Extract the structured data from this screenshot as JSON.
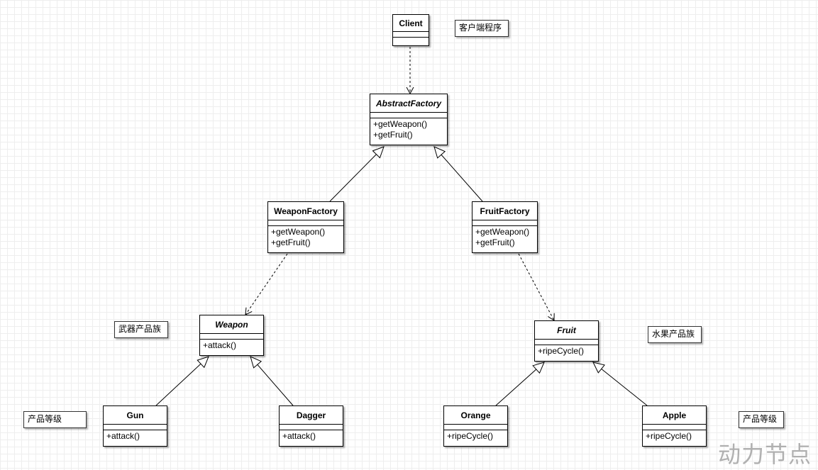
{
  "classes": {
    "client": {
      "name": "Client"
    },
    "abstract_factory": {
      "name": "AbstractFactory",
      "methods": [
        "+getWeapon()",
        "+getFruit()"
      ]
    },
    "weapon_factory": {
      "name": "WeaponFactory",
      "methods": [
        "+getWeapon()",
        "+getFruit()"
      ]
    },
    "fruit_factory": {
      "name": "FruitFactory",
      "methods": [
        "+getWeapon()",
        "+getFruit()"
      ]
    },
    "weapon": {
      "name": "Weapon",
      "methods": [
        "+attack()"
      ]
    },
    "fruit": {
      "name": "Fruit",
      "methods": [
        "+ripeCycle()"
      ]
    },
    "gun": {
      "name": "Gun",
      "methods": [
        "+attack()"
      ]
    },
    "dagger": {
      "name": "Dagger",
      "methods": [
        "+attack()"
      ]
    },
    "orange": {
      "name": "Orange",
      "methods": [
        "+ripeCycle()"
      ]
    },
    "apple": {
      "name": "Apple",
      "methods": [
        "+ripeCycle()"
      ]
    }
  },
  "notes": {
    "client_note": "客户端程序",
    "weapon_family": "武器产品族",
    "fruit_family": "水果产品族",
    "level_left": "产品等级",
    "level_right": "产品等级"
  },
  "watermark": "动力节点",
  "colors": {
    "line": "#000000",
    "grid": "#eeeeee",
    "watermark": "#b0b0b0"
  }
}
